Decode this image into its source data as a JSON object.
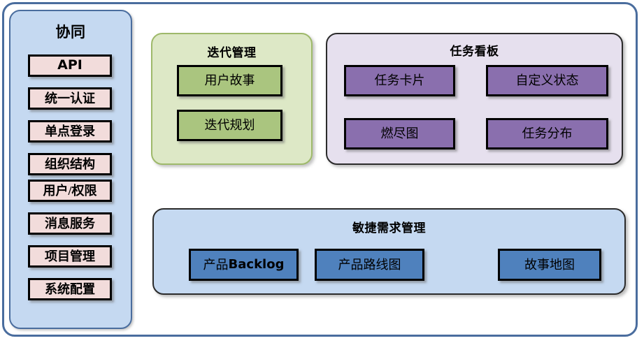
{
  "diagram": {
    "frame_border_color": "#4a6d9e",
    "background": "#ffffff"
  },
  "sidebar": {
    "title": "协同",
    "fill": "#c5d9f1",
    "item_fill": "#f2dcdb",
    "items": [
      {
        "label": "API",
        "latin": true
      },
      {
        "label": "统一认证",
        "latin": false
      },
      {
        "label": "单点登录",
        "latin": false
      },
      {
        "label": "组织结构",
        "latin": false
      },
      {
        "label": "用户/权限",
        "latin": false
      },
      {
        "label": "消息服务",
        "latin": false
      },
      {
        "label": "项目管理",
        "latin": false
      },
      {
        "label": "系统配置",
        "latin": false
      }
    ]
  },
  "groups": [
    {
      "key": "iteration",
      "title": "迭代管理",
      "fill": "#dde8c6",
      "card_fill": "#aac57f",
      "cards": [
        {
          "label": "用户故事"
        },
        {
          "label": "迭代规划"
        }
      ]
    },
    {
      "key": "taskboard",
      "title": "任务看板",
      "fill": "#e6e0ee",
      "card_fill": "#8a6fae",
      "cards": [
        {
          "label": "任务卡片"
        },
        {
          "label": "自定义状态"
        },
        {
          "label": "燃尽图"
        },
        {
          "label": "任务分布"
        }
      ]
    },
    {
      "key": "requirements",
      "title": "敏捷需求管理",
      "fill": "#c5d9f1",
      "card_fill": "#4f81bd",
      "cards": [
        {
          "label": "产品",
          "label_latin": "Backlog"
        },
        {
          "label": "产品路线图"
        },
        {
          "label": "故事地图"
        }
      ]
    }
  ]
}
